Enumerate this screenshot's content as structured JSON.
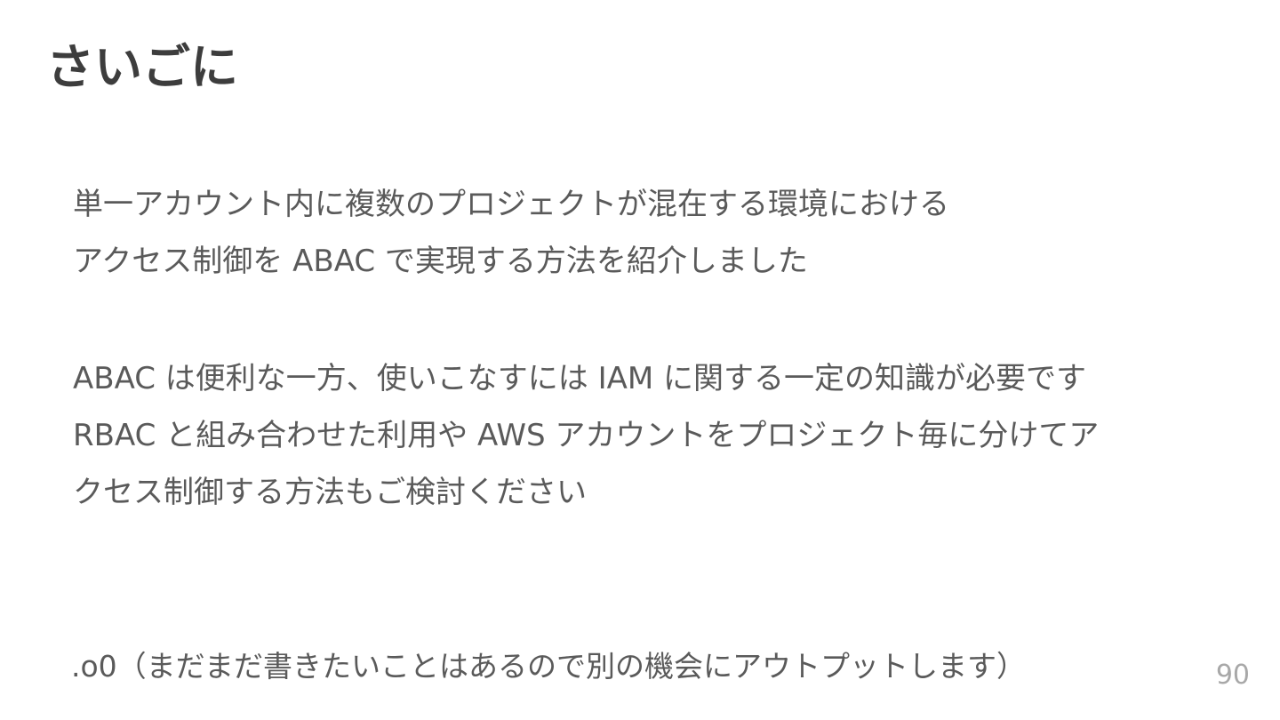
{
  "slide": {
    "title": "さいごに",
    "paragraph1": [
      "単一アカウント内に複数のプロジェクトが混在する環境における",
      "アクセス制御を ABAC で実現する方法を紹介しました"
    ],
    "paragraph2": [
      "ABAC は便利な一方、使いこなすには IAM に関する一定の知識が必要です",
      "RBAC と組み合わせた利用や AWS アカウントをプロジェクト毎に分けてア",
      "クセス制御する方法もご検討ください"
    ],
    "closing_note": ".o0（まだまだ書きたいことはあるので別の機会にアウトプットします）",
    "page_number": "90"
  }
}
